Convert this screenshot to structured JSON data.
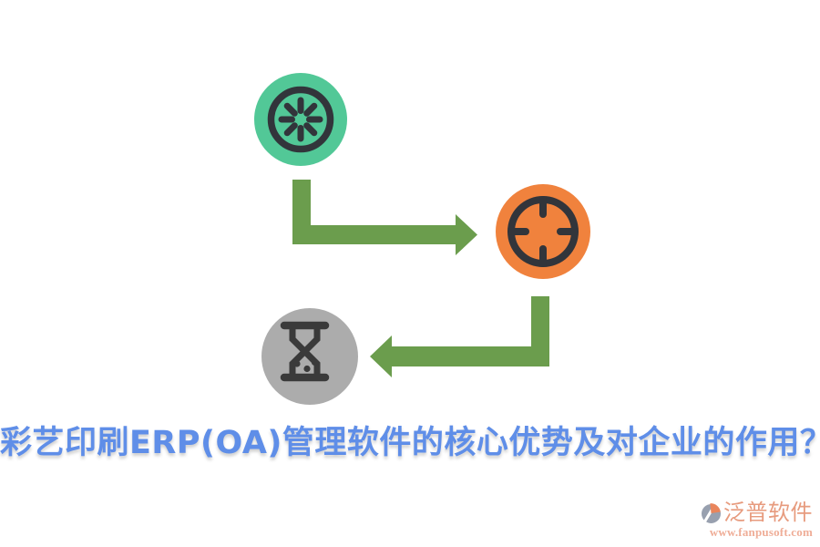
{
  "title": {
    "text": "彩艺印刷ERP(OA)管理软件的核心优势及对企业的作用？"
  },
  "diagram": {
    "steps": [
      {
        "icon": "kiwi-slice-icon",
        "badge_color": "#52C897"
      },
      {
        "icon": "crosshair-target-icon",
        "badge_color": "#F0823D"
      },
      {
        "icon": "hourglass-icon",
        "badge_color": "#ACACAC"
      }
    ],
    "connectors": [
      {
        "direction": "right"
      },
      {
        "direction": "left"
      }
    ]
  },
  "watermark": {
    "brand": "泛普软件",
    "url": "www.fanpusoft.com"
  },
  "colors": {
    "background": "#ffffff",
    "badge-teal": "#52C897",
    "badge-orange": "#F0823D",
    "badge-gray": "#ACACAC",
    "icon-dark": "#32353B",
    "hourglass-dark": "#3A3A3A",
    "arrow-green": "#6B9D4D",
    "title-blue": "#5F8EE8",
    "wm-text": "#E79B7E",
    "wm-url": "#EFAD97",
    "logo-orange": "#E9855C",
    "logo-gray": "#98A0AF"
  }
}
